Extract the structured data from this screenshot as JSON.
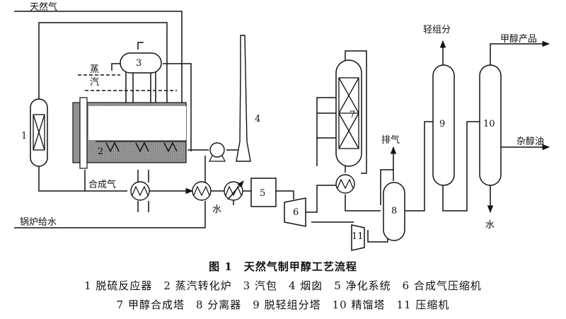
{
  "labels": {
    "natural_gas": "天然气",
    "steam_1": "蒸",
    "steam_2": "汽",
    "syngas": "合成气",
    "water_in": "水",
    "boiler_feed_water": "锅炉给水",
    "vent_gas": "排气",
    "light_ends": "轻组分",
    "methanol_product": "甲醇产品",
    "fusel_oil": "杂醇油",
    "water_out": "水"
  },
  "units": [
    "1",
    "2",
    "3",
    "4",
    "5",
    "6",
    "7",
    "8",
    "9",
    "10",
    "11"
  ],
  "caption": {
    "title": "图 1　天然气制甲醇工艺流程",
    "legend_line1": "1 脱硫反应器　2 蒸汽转化炉　3 汽包　4 烟囱　5 净化系统　6 合成气压缩机",
    "legend_line2": "7 甲醇合成塔　8 分离器　9 脱轻组分塔　10 精馏塔　11 压缩机"
  }
}
